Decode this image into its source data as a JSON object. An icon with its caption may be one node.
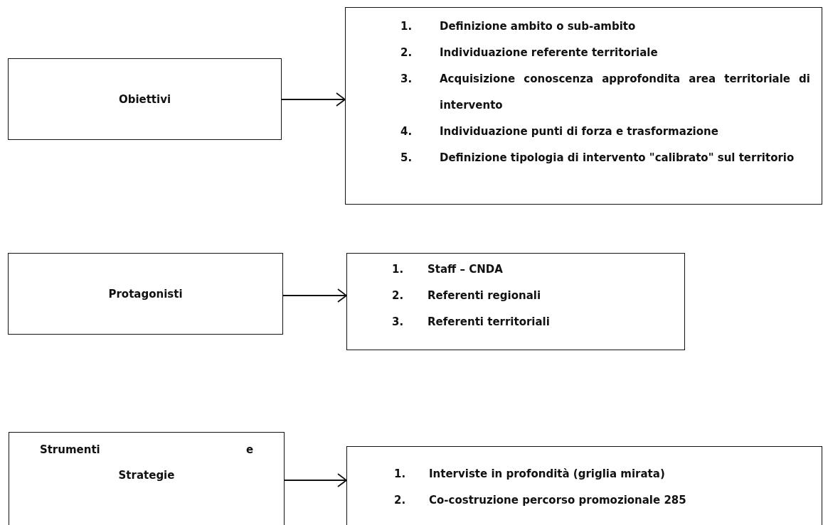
{
  "diagram": {
    "nodes": [
      {
        "text": [
          "Obiettivi"
        ]
      },
      {
        "text": [
          "1. Definizione ambito o sub-ambito",
          "2. Individuazione referente territoriale",
          "3. Acquisizione conoscenza approfondita area territoriale di intervento",
          "4. Individuazione punti di forza e trasformazione",
          "5. Definizione tipologia di intervento \"calibrato\" sul territorio"
        ]
      },
      {
        "text": [
          "Protagonisti"
        ]
      },
      {
        "text": [
          "1. Staff – CNDA",
          "2. Referenti regionali",
          "3. Referenti territoriali"
        ]
      },
      {
        "text": [
          "Strumenti e Strategie"
        ]
      },
      {
        "text": [
          "1. Interviste in profondità (griglia mirata)",
          "2. Co-costruzione percorso promozionale 285"
        ]
      }
    ],
    "edges": [
      {
        "from": 0,
        "to": 1,
        "arrow": "to"
      },
      {
        "from": 2,
        "to": 3,
        "arrow": "to"
      },
      {
        "from": 4,
        "to": 5,
        "arrow": "to"
      }
    ]
  }
}
